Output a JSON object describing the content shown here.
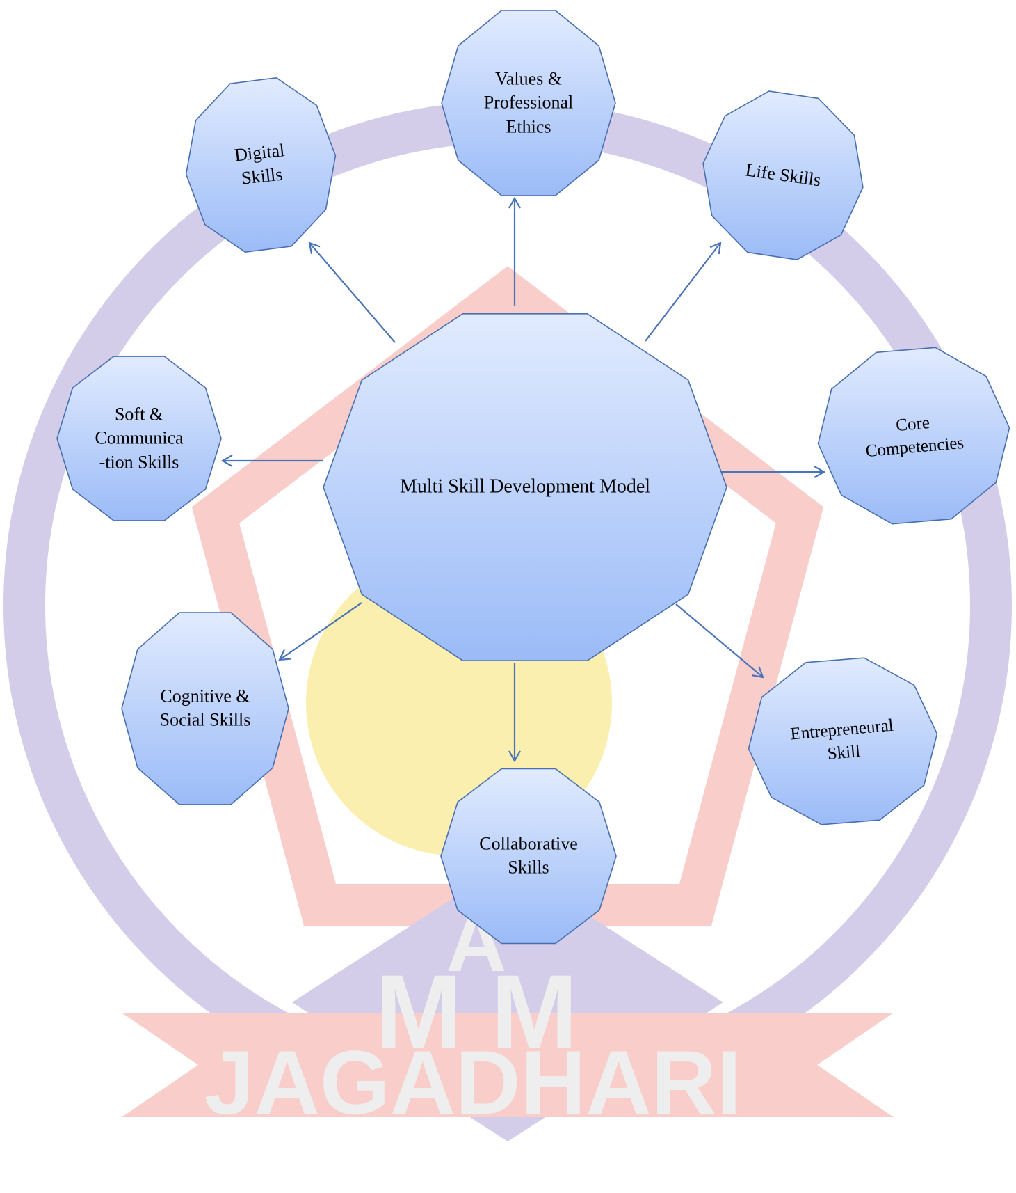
{
  "colors": {
    "node_fill_top": "#e1ebfe",
    "node_fill_bottom": "#9bbbf7",
    "node_stroke": "#4a6fb0",
    "arrow": "#4a74b8",
    "watermark_red": "#f9cdc9",
    "watermark_blue": "#d3cdea",
    "watermark_yellow": "#fbefb0",
    "watermark_text": "#eeeeee"
  },
  "watermark": {
    "letters_top": "A",
    "letters_mid": "M M",
    "banner": "JAGADHARI"
  },
  "center": {
    "lines": [
      "Multi Skill Development Model"
    ]
  },
  "nodes": [
    {
      "id": "values",
      "lines": [
        "Values &",
        "Professional",
        "Ethics"
      ]
    },
    {
      "id": "digital",
      "lines": [
        "Digital",
        "Skills"
      ]
    },
    {
      "id": "life",
      "lines": [
        "Life Skills"
      ]
    },
    {
      "id": "soft",
      "lines": [
        "Soft &",
        "Communica",
        "-tion Skills"
      ]
    },
    {
      "id": "core",
      "lines": [
        "Core",
        "Competencies"
      ]
    },
    {
      "id": "cognitive",
      "lines": [
        "Cognitive &",
        "Social Skills"
      ]
    },
    {
      "id": "entrepreneurial",
      "lines": [
        "Entrepreneural",
        "Skill"
      ]
    },
    {
      "id": "collaborative",
      "lines": [
        "Collaborative",
        "Skills"
      ]
    }
  ]
}
